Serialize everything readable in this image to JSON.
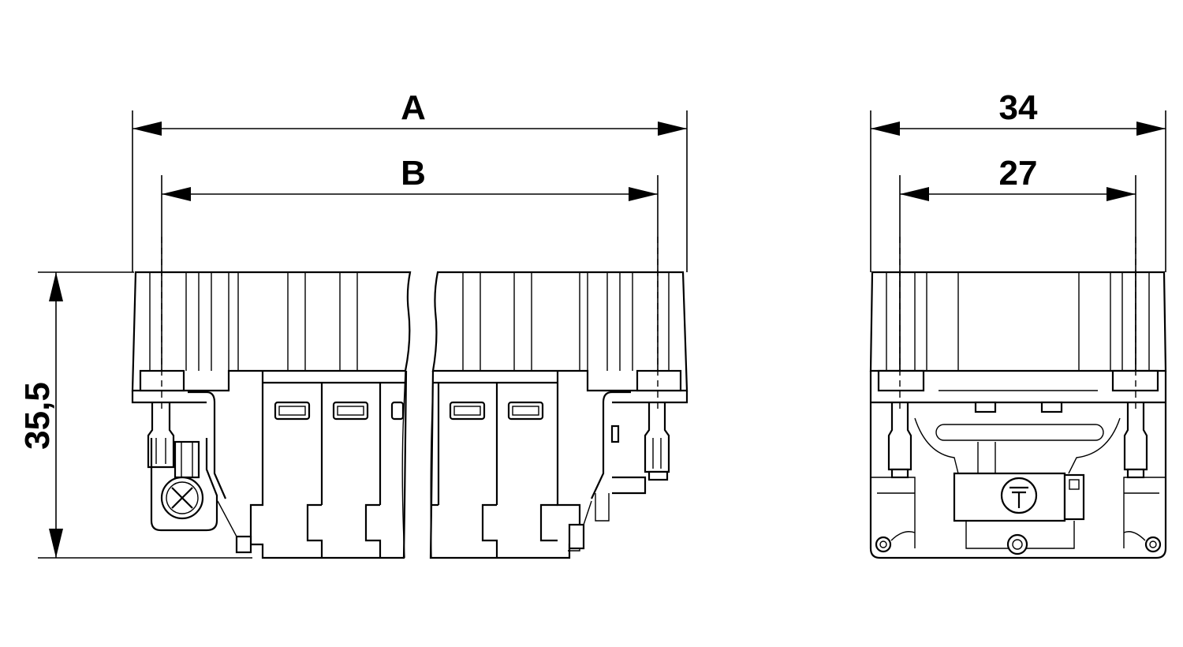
{
  "dimensions": {
    "a": "A",
    "b": "B",
    "height": "35,5",
    "width_outer": "34",
    "width_inner": "27"
  },
  "icons": {
    "ground": "protective-earth-ground-symbol",
    "screw": "terminal-screw"
  }
}
